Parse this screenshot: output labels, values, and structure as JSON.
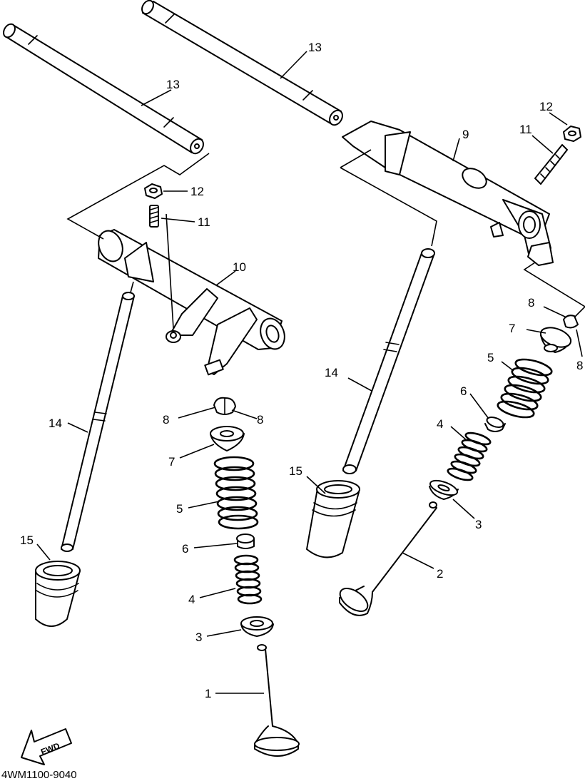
{
  "diagram_code": "4WM1100-9040",
  "fwd_label": "FWD",
  "callouts": {
    "c1": "1",
    "c2": "2",
    "c3a": "3",
    "c3b": "3",
    "c4a": "4",
    "c4b": "4",
    "c5a": "5",
    "c5b": "5",
    "c6a": "6",
    "c6b": "6",
    "c7a": "7",
    "c7b": "7",
    "c8a": "8",
    "c8b": "8",
    "c8c": "8",
    "c8d": "8",
    "c9": "9",
    "c10": "10",
    "c11a": "11",
    "c11b": "11",
    "c12a": "12",
    "c12b": "12",
    "c13a": "13",
    "c13b": "13",
    "c14a": "14",
    "c14b": "14",
    "c15a": "15",
    "c15b": "15"
  }
}
